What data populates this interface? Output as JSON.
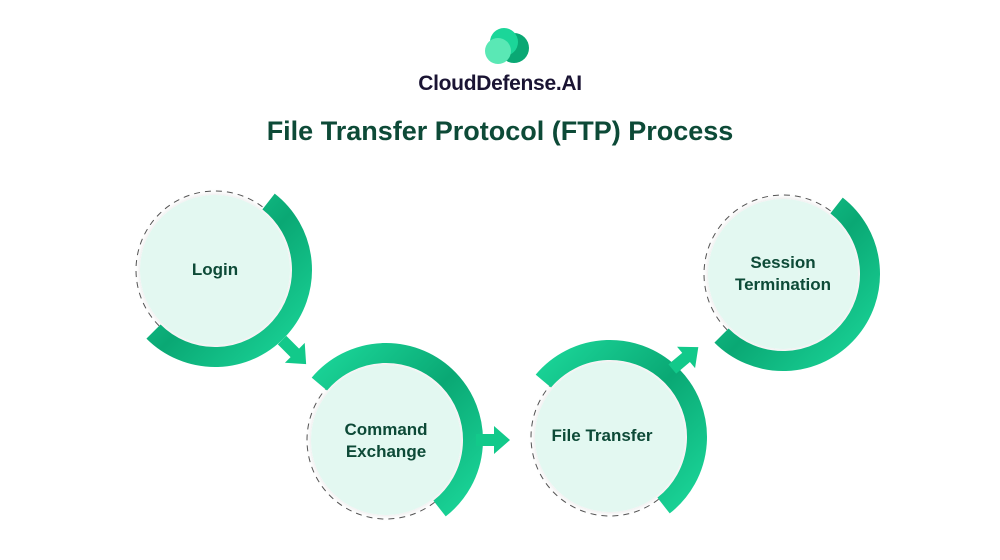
{
  "brand": {
    "name": "CloudDefense.AI",
    "logo_icon": "cloud-icon"
  },
  "title": "File Transfer Protocol (FTP) Process",
  "steps": [
    {
      "label": "Login"
    },
    {
      "label": "Command Exchange"
    },
    {
      "label": "File Transfer"
    },
    {
      "label": "Session Termination"
    }
  ],
  "colors": {
    "green": "#12c98a",
    "dark_green": "#0aa874",
    "circle_fill": "#e3f8f1",
    "text": "#0d4a37"
  }
}
